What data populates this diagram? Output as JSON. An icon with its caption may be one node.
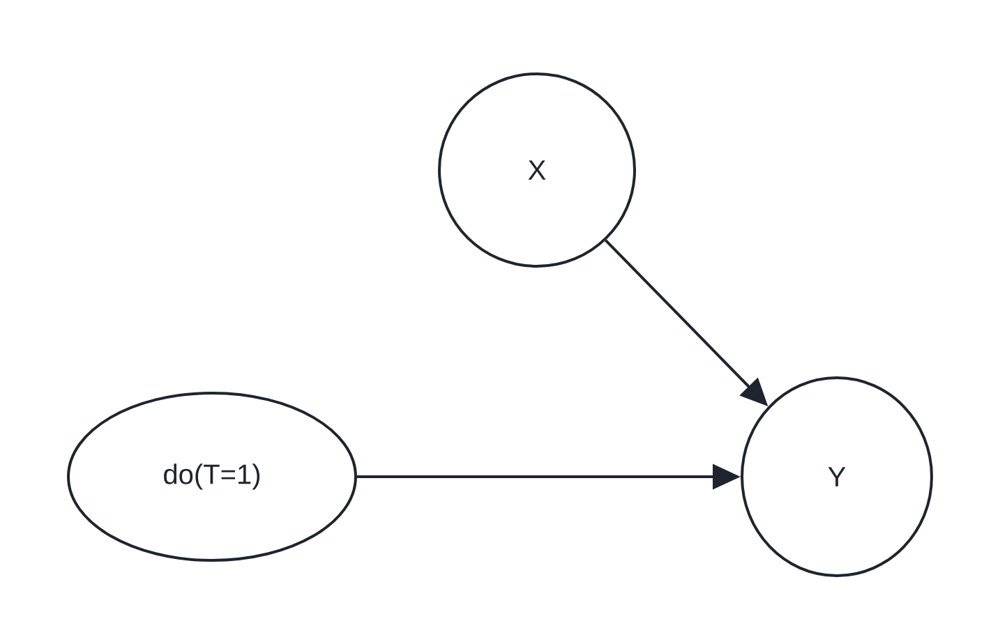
{
  "diagram": {
    "nodes": [
      {
        "text": [
          "X"
        ]
      },
      {
        "text": [
          "do(T=1)"
        ]
      },
      {
        "text": [
          "Y"
        ]
      }
    ],
    "edges": [
      {
        "from": 0,
        "to": 2,
        "arrow": "to"
      },
      {
        "from": 1,
        "to": 2,
        "arrow": "to"
      }
    ]
  }
}
